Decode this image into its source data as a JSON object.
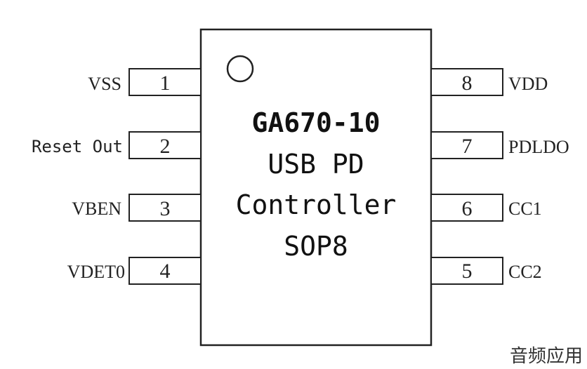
{
  "chip": {
    "lines": [
      "GA670-10",
      "USB PD",
      "Controller",
      "SOP8"
    ]
  },
  "pins_left": [
    {
      "num": "1",
      "label": "VSS"
    },
    {
      "num": "2",
      "label": "Reset Out"
    },
    {
      "num": "3",
      "label": "VBEN"
    },
    {
      "num": "4",
      "label": "VDET0"
    }
  ],
  "pins_right": [
    {
      "num": "8",
      "label": "VDD"
    },
    {
      "num": "7",
      "label": "PDLDO"
    },
    {
      "num": "6",
      "label": "CC1"
    },
    {
      "num": "5",
      "label": "CC2"
    }
  ],
  "watermark": "音频应用"
}
